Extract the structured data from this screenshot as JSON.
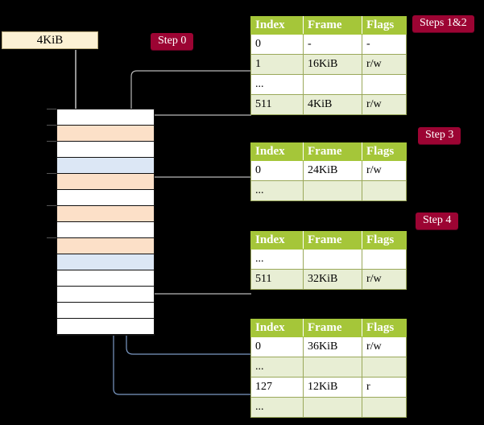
{
  "diagram": {
    "title_box": {
      "label": "4KiB"
    },
    "badges": [
      {
        "name": "step-0",
        "label": "Step 0"
      },
      {
        "name": "steps-1-2",
        "label": "Steps 1&2"
      },
      {
        "name": "step-3",
        "label": "Step 3"
      },
      {
        "name": "step-4",
        "label": "Step 4"
      }
    ],
    "columns": [
      "Index",
      "Frame",
      "Flags"
    ],
    "tables": [
      {
        "name": "page-table-level-1",
        "rows": [
          {
            "index": "0",
            "frame": "-",
            "flags": "-",
            "alt": false,
            "highlight": false
          },
          {
            "index": "1",
            "frame": "16KiB",
            "flags": "r/w",
            "alt": true,
            "highlight": false
          },
          {
            "index": "...",
            "frame": "",
            "flags": "",
            "alt": false,
            "highlight": false
          },
          {
            "index": "511",
            "frame": "4KiB",
            "flags": "r/w",
            "alt": true,
            "highlight": true
          }
        ]
      },
      {
        "name": "page-table-level-2",
        "rows": [
          {
            "index": "0",
            "frame": "24KiB",
            "flags": "r/w",
            "alt": false,
            "highlight": false
          },
          {
            "index": "...",
            "frame": "",
            "flags": "",
            "alt": true,
            "highlight": false
          }
        ]
      },
      {
        "name": "page-table-level-3",
        "rows": [
          {
            "index": "...",
            "frame": "",
            "flags": "",
            "alt": false,
            "highlight": false
          },
          {
            "index": "511",
            "frame": "32KiB",
            "flags": "r/w",
            "alt": true,
            "highlight": false
          }
        ]
      },
      {
        "name": "page-table-level-4",
        "rows": [
          {
            "index": "0",
            "frame": "36KiB",
            "flags": "r/w",
            "alt": false,
            "highlight": false
          },
          {
            "index": "...",
            "frame": "",
            "flags": "",
            "alt": true,
            "highlight": false
          },
          {
            "index": "127",
            "frame": "12KiB",
            "flags": "r",
            "alt": false,
            "highlight": false
          },
          {
            "index": "...",
            "frame": "",
            "flags": "",
            "alt": true,
            "highlight": false
          }
        ]
      }
    ],
    "memory_rows": [
      {
        "fill": "white"
      },
      {
        "fill": "orange"
      },
      {
        "fill": "white"
      },
      {
        "fill": "blue"
      },
      {
        "fill": "orange"
      },
      {
        "fill": "white"
      },
      {
        "fill": "orange"
      },
      {
        "fill": "white"
      },
      {
        "fill": "orange"
      },
      {
        "fill": "blue"
      },
      {
        "fill": "white"
      },
      {
        "fill": "white"
      },
      {
        "fill": "white"
      },
      {
        "fill": "white"
      }
    ],
    "colors": {
      "header_green": "#a5c639",
      "row_alt": "#e8eed4",
      "highlight_yellow": "#ffffb0",
      "badge_red": "#9c0433",
      "box_cream": "#fcf1d4",
      "mem_orange": "#fce0c8",
      "mem_blue": "#dce7f5",
      "arrow_gray": "#b0b0b0",
      "arrow_blue": "#4a6fa5",
      "background": "#000000"
    }
  }
}
